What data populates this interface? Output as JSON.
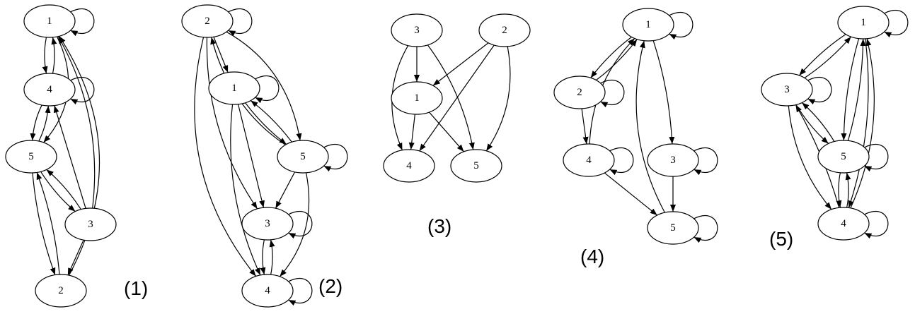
{
  "figure": {
    "graphs": [
      {
        "id": "g1",
        "caption": "(1)",
        "nodes": [
          "1",
          "4",
          "5",
          "3",
          "2"
        ],
        "edges": [
          [
            "1",
            "1"
          ],
          [
            "1",
            "4"
          ],
          [
            "4",
            "1"
          ],
          [
            "1",
            "5"
          ],
          [
            "4",
            "4"
          ],
          [
            "4",
            "5"
          ],
          [
            "5",
            "4"
          ],
          [
            "3",
            "4"
          ],
          [
            "3",
            "1"
          ],
          [
            "2",
            "1"
          ],
          [
            "5",
            "3"
          ],
          [
            "3",
            "5"
          ],
          [
            "5",
            "2"
          ],
          [
            "2",
            "5"
          ],
          [
            "3",
            "2"
          ]
        ]
      },
      {
        "id": "g2",
        "caption": "(2)",
        "nodes": [
          "2",
          "1",
          "5",
          "3",
          "4"
        ],
        "edges": [
          [
            "2",
            "2"
          ],
          [
            "2",
            "1"
          ],
          [
            "2",
            "5"
          ],
          [
            "5",
            "2"
          ],
          [
            "2",
            "3"
          ],
          [
            "2",
            "4"
          ],
          [
            "1",
            "1"
          ],
          [
            "1",
            "5"
          ],
          [
            "5",
            "1"
          ],
          [
            "1",
            "3"
          ],
          [
            "1",
            "4"
          ],
          [
            "5",
            "5"
          ],
          [
            "5",
            "3"
          ],
          [
            "5",
            "4"
          ],
          [
            "3",
            "3"
          ],
          [
            "3",
            "4"
          ],
          [
            "4",
            "3"
          ],
          [
            "4",
            "4"
          ]
        ]
      },
      {
        "id": "g3",
        "caption": "(3)",
        "nodes": [
          "3",
          "2",
          "1",
          "4",
          "5"
        ],
        "edges": [
          [
            "3",
            "1"
          ],
          [
            "3",
            "4"
          ],
          [
            "3",
            "5"
          ],
          [
            "2",
            "1"
          ],
          [
            "2",
            "4"
          ],
          [
            "2",
            "5"
          ],
          [
            "1",
            "4"
          ],
          [
            "1",
            "5"
          ]
        ]
      },
      {
        "id": "g4",
        "caption": "(4)",
        "nodes": [
          "1",
          "2",
          "4",
          "3",
          "5"
        ],
        "edges": [
          [
            "1",
            "1"
          ],
          [
            "1",
            "2"
          ],
          [
            "2",
            "1"
          ],
          [
            "2",
            "2"
          ],
          [
            "2",
            "4"
          ],
          [
            "4",
            "1"
          ],
          [
            "4",
            "4"
          ],
          [
            "1",
            "3"
          ],
          [
            "3",
            "3"
          ],
          [
            "3",
            "5"
          ],
          [
            "4",
            "5"
          ],
          [
            "5",
            "1"
          ],
          [
            "5",
            "5"
          ]
        ]
      },
      {
        "id": "g5",
        "caption": "(5)",
        "nodes": [
          "1",
          "3",
          "5",
          "4"
        ],
        "edges": [
          [
            "1",
            "1"
          ],
          [
            "1",
            "3"
          ],
          [
            "3",
            "1"
          ],
          [
            "3",
            "3"
          ],
          [
            "1",
            "5"
          ],
          [
            "5",
            "1"
          ],
          [
            "1",
            "4"
          ],
          [
            "4",
            "1"
          ],
          [
            "3",
            "5"
          ],
          [
            "5",
            "3"
          ],
          [
            "5",
            "5"
          ],
          [
            "3",
            "4"
          ],
          [
            "4",
            "3"
          ],
          [
            "5",
            "4"
          ],
          [
            "4",
            "5"
          ],
          [
            "4",
            "4"
          ]
        ]
      }
    ]
  }
}
